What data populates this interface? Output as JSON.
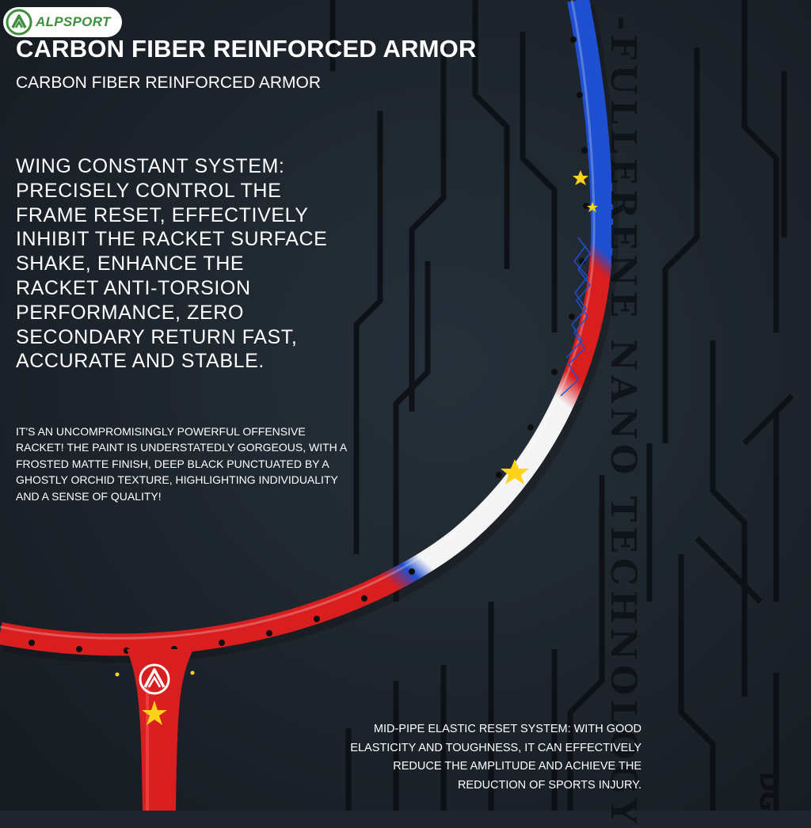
{
  "brand": {
    "name": "ALPSPORT",
    "green": "#3f8f3f"
  },
  "headline": {
    "main": "CARBON FIBER REINFORCED ARMOR",
    "sub": "CARBON FIBER REINFORCED ARMOR"
  },
  "wing_system": "WING CONSTANT SYSTEM: PRECISELY CONTROL THE FRAME RESET, EFFECTIVELY INHIBIT THE RACKET SURFACE SHAKE, ENHANCE THE RACKET ANTI-TORSION PERFORMANCE, ZERO SECONDARY RETURN FAST, ACCURATE AND STABLE.",
  "offensive_text": "IT'S AN UNCOMPROMISINGLY POWERFUL OFFENSIVE RACKET! THE PAINT IS UNDERSTATEDLY GORGEOUS, WITH A FROSTED MATTE FINISH, DEEP BLACK PUNCTUATED BY A GHOSTLY ORCHID TEXTURE, HIGHLIGHTING INDIVIDUALITY AND A SENSE OF QUALITY!",
  "mid_pipe": "MID-PIPE ELASTIC RESET SYSTEM: WITH GOOD ELASTICITY AND TOUGHNESS, IT CAN EFFECTIVELY REDUCE THE AMPLITUDE AND ACHIEVE THE REDUCTION OF SPORTS INJURY.",
  "background_vertical_text": "-FULLERENE NANO TECHNOLOGY",
  "colors": {
    "background": "#1f262e",
    "frame_red": "#d81e1e",
    "frame_blue": "#1f4fd1",
    "frame_white": "#f4f4f4",
    "star_yellow": "#ffd21a"
  }
}
